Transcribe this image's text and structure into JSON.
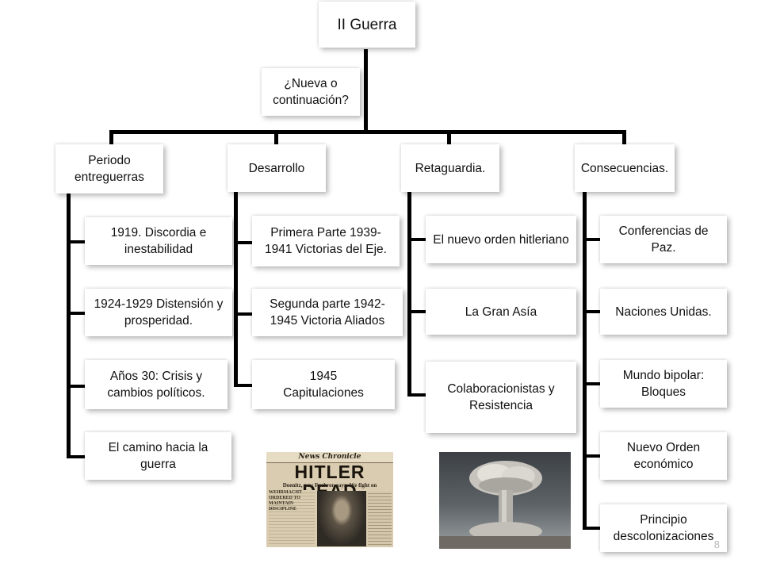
{
  "root": "II Guerra",
  "question": "¿Nueva o continuación?",
  "columns": [
    {
      "header": "Periodo entreguerras",
      "items": [
        "1919. Discordia e inestabilidad",
        "1924-1929 Distensión y prosperidad.",
        "Años 30: Crisis y cambios políticos.",
        "El camino hacia la guerra"
      ]
    },
    {
      "header": "Desarrollo",
      "items": [
        "Primera Parte 1939-\n1941 Victorias  del Eje.",
        "Segunda parte 1942-\n1945      Victoria Aliados",
        "1945\nCapitulaciones"
      ]
    },
    {
      "header": "Retaguardia.",
      "items": [
        "El nuevo orden hitleriano",
        "La Gran Asía",
        "Colaboracionistas y Resistencia"
      ]
    },
    {
      "header": "Consecuencias.",
      "items": [
        "Conferencias de Paz.",
        "Naciones Unidas.",
        "Mundo bipolar: Bloques",
        "Nuevo Orden económico",
        "Principio descolonizaciones"
      ]
    }
  ],
  "newspaper": {
    "masthead": "News Chronicle",
    "headline": "HITLER DEAD",
    "subhead": "Doenitz, new Fuehrer, says: We fight on",
    "side": "WEHRMACHT ORDERED TO MAINTAIN DISCIPLINE"
  },
  "page_number": "8"
}
